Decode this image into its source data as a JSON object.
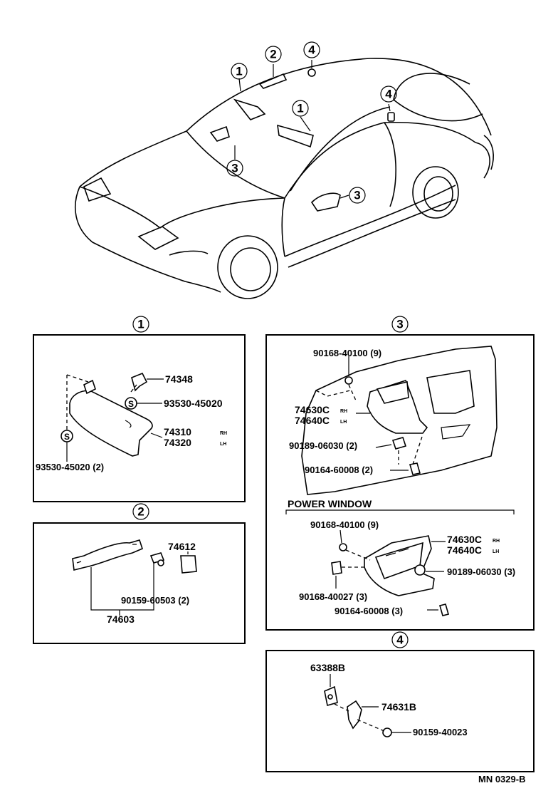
{
  "callout_numbers": [
    "1",
    "2",
    "3",
    "4"
  ],
  "car_callouts": [
    "1",
    "2",
    "1",
    "4",
    "4",
    "3",
    "3"
  ],
  "sections": {
    "s1": {
      "number": "1",
      "parts": [
        {
          "code": "74348"
        },
        {
          "code": "93530-45020"
        },
        {
          "code": "74310",
          "suffix": "RH"
        },
        {
          "code": "74320",
          "suffix": "LH"
        },
        {
          "code": "93530-45020 (2)"
        }
      ]
    },
    "s2": {
      "number": "2",
      "parts": [
        {
          "code": "74612"
        },
        {
          "code": "90159-60503 (2)"
        },
        {
          "code": "74603"
        }
      ]
    },
    "s3": {
      "number": "3",
      "parts": [
        {
          "code": "90168-40100 (9)"
        },
        {
          "code": "74630C",
          "suffix": "RH"
        },
        {
          "code": "74640C",
          "suffix": "LH"
        },
        {
          "code": "90189-06030 (2)"
        },
        {
          "code": "90164-60008 (2)"
        }
      ],
      "power_window": {
        "title": "POWER WINDOW",
        "parts": [
          {
            "code": "90168-40100 (9)"
          },
          {
            "code": "74630C",
            "suffix": "RH"
          },
          {
            "code": "74640C",
            "suffix": "LH"
          },
          {
            "code": "90189-06030 (3)"
          },
          {
            "code": "90168-40027 (3)"
          },
          {
            "code": "90164-60008 (3)"
          }
        ]
      }
    },
    "s4": {
      "number": "4",
      "parts": [
        {
          "code": "63388B"
        },
        {
          "code": "74631B"
        },
        {
          "code": "90159-40023"
        }
      ]
    }
  },
  "figure_id": "MN 0329-B",
  "colors": {
    "ink": "#000000",
    "paper": "#ffffff"
  }
}
